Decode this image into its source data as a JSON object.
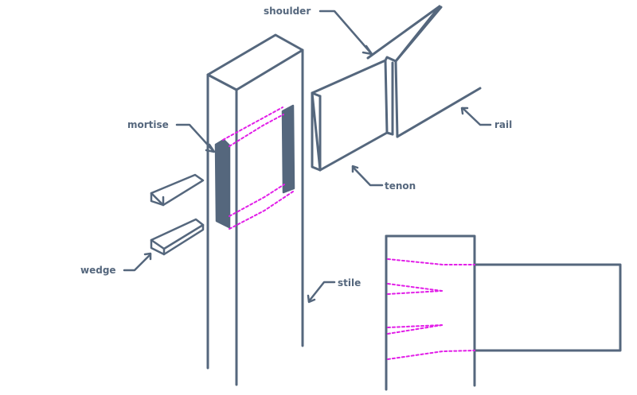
{
  "labels": {
    "shoulder": "shoulder",
    "mortise": "mortise",
    "rail": "rail",
    "tenon": "tenon",
    "wedge": "wedge",
    "stile": "stile"
  },
  "colors": {
    "line": "#55677d",
    "hidden_line": "#e21ee8",
    "background": "#ffffff"
  }
}
